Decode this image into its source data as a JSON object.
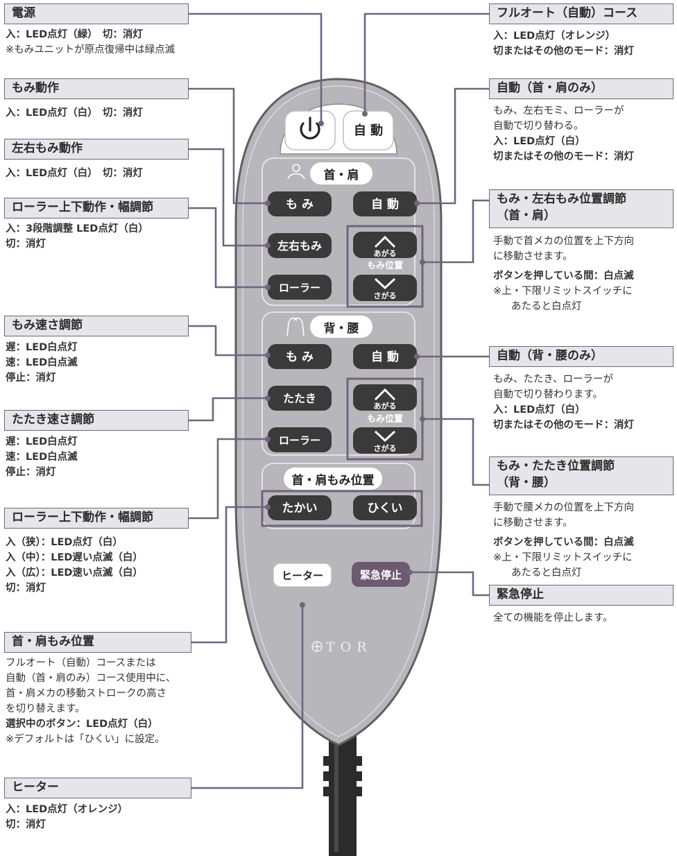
{
  "colors": {
    "accent": "#6f6480",
    "label_bg": "#e6e5ea",
    "remote_body": "#b7b6ba",
    "button": "#3a3a3a",
    "stop_button": "#6d5a70"
  },
  "remote": {
    "auto_btn": "自 動",
    "neck_section": "首・肩",
    "back_section": "背・腰",
    "momi": "も み",
    "auto": "自 動",
    "sayu": "左右もみ",
    "roller": "ローラー",
    "tataki": "たたき",
    "up": "あがる",
    "down": "さがる",
    "pos_label": "もみ位置",
    "height_title": "首・肩もみ位置",
    "takai": "たかい",
    "hikui": "ひくい",
    "heater": "ヒーター",
    "stop": "緊急停止",
    "logo": "TOR"
  },
  "labels": [
    {
      "title": "電源",
      "lines": [
        "<b>入：LED点灯（緑）　切：消灯</b>",
        "※もみユニットが原点復帰中は緑点滅"
      ]
    },
    {
      "title": "もみ動作",
      "lines": [
        "<b>入：LED点灯（白）　切：消灯</b>"
      ]
    },
    {
      "title": "左右もみ動作",
      "lines": [
        "<b>入：LED点灯（白）　切：消灯</b>"
      ]
    },
    {
      "title": "ローラー上下動作・幅調節",
      "lines": [
        "<b>入：3段階調整 LED点灯（白）</b>",
        "<b>切：消灯</b>"
      ]
    },
    {
      "title": "もみ速さ調節",
      "lines": [
        "<b>遅：LED白点灯</b>",
        "<b>速：LED白点滅</b>",
        "<b>停止：消灯</b>"
      ]
    },
    {
      "title": "たたき速さ調節",
      "lines": [
        "<b>遅：LED白点灯</b>",
        "<b>速：LED白点滅</b>",
        "<b>停止：消灯</b>"
      ]
    },
    {
      "title": "ローラー上下動作・幅調節",
      "lines": [
        "<b>入（狭）：LED点灯（白）</b>",
        "<b>入（中）：LED遅い点滅（白）</b>",
        "<b>入（広）：LED速い点滅（白）</b>",
        "<b>切：消灯</b>"
      ]
    },
    {
      "title": "首・肩もみ位置",
      "lines": [
        "フルオート（自動）コースまたは",
        "自動（首・肩のみ）コース使用中に、",
        "首・肩メカの移動ストロークの高さ",
        "を切り替えます。",
        "<b>選択中のボタン：LED点灯（白）</b>",
        "※デフォルトは「ひくい」に設定。"
      ]
    },
    {
      "title": "ヒーター",
      "lines": [
        "<b>入：LED点灯（オレンジ）</b>",
        "<b>切：消灯</b>"
      ]
    },
    {
      "title": "フルオート（自動）コース",
      "lines": [
        "<b>入：LED点灯（オレンジ）</b>",
        "<b>切またはその他のモード：消灯</b>"
      ]
    },
    {
      "title": "自動（首・肩のみ）",
      "lines": [
        "もみ、左右モミ、ローラーが",
        "自動で切り替わる。",
        "<b>入：LED点灯（白）</b>",
        "<b>切またはその他のモード：消灯</b>"
      ]
    },
    {
      "title": "もみ・左右もみ位置調節\n（首・肩）",
      "lines": [
        "手動で首メカの位置を上下方向",
        "に移動させます。",
        "<b>ボタンを押している間：白点滅</b>",
        "※上・下限リミットスイッチに",
        "あたると白点灯"
      ]
    },
    {
      "title": "自動（背・腰のみ）",
      "lines": [
        "もみ、たたき、ローラーが",
        "自動で切り替わります。",
        "<b>入：LED点灯（白）</b>",
        "<b>切またはその他のモード：消灯</b>"
      ]
    },
    {
      "title": "もみ・たたき位置調節\n（背・腰）",
      "lines": [
        "手動で腰メカの位置を上下方向",
        "に移動させます。",
        "<b>ボタンを押している間：白点滅</b>",
        "※上・下限リミットスイッチに",
        "あたると白点灯"
      ]
    },
    {
      "title": "緊急停止",
      "lines": [
        "全ての機能を停止します。"
      ]
    }
  ]
}
